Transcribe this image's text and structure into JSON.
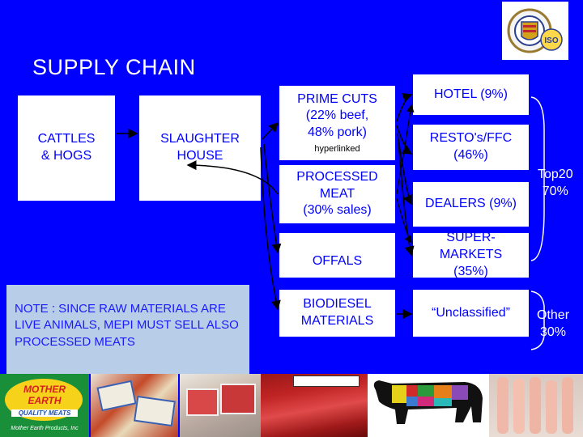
{
  "slide": {
    "title": "SUPPLY CHAIN",
    "nodes": {
      "cattles_hogs": "CATTLES\n& HOGS",
      "slaughter_house": "SLAUGHTER\nHOUSE",
      "prime_cuts": "PRIME CUTS\n(22% beef,\n48% pork)",
      "prime_cuts_hint": "hyperlinked",
      "processed_meat": "PROCESSED\nMEAT\n(30% sales)",
      "offals": "OFFALS",
      "biodiesel": "BIODIESEL\nMATERIALS",
      "hotel": "HOTEL (9%)",
      "resto": "RESTO's/FFC\n(46%)",
      "dealers": "DEALERS (9%)",
      "supermarkets": "SUPER-\nMARKETS\n(35%)",
      "unclassified": "“Unclassified”"
    },
    "groups": {
      "top20": "Top20\n70%",
      "other": "Other\n30%"
    },
    "note": "NOTE : SINCE RAW MATERIALS ARE LIVE ANIMALS, MEPI MUST SELL ALSO PROCESSED MEATS",
    "brand": {
      "name_line1": "MOTHER",
      "name_line2": "EARTH",
      "tagline": "QUALITY MEATS",
      "company": "Mother Earth Products, Inc"
    },
    "logo": {
      "badge": "ISO"
    }
  },
  "colors": {
    "background": "#0000ff",
    "box": "#ffffff",
    "box_text": "#0000ff",
    "note_bg": "#b8cde8",
    "arrow": "#000000",
    "bracket": "#ffffff"
  },
  "icons": [
    "logo-seal-icon",
    "cow-cuts-diagram-icon"
  ]
}
